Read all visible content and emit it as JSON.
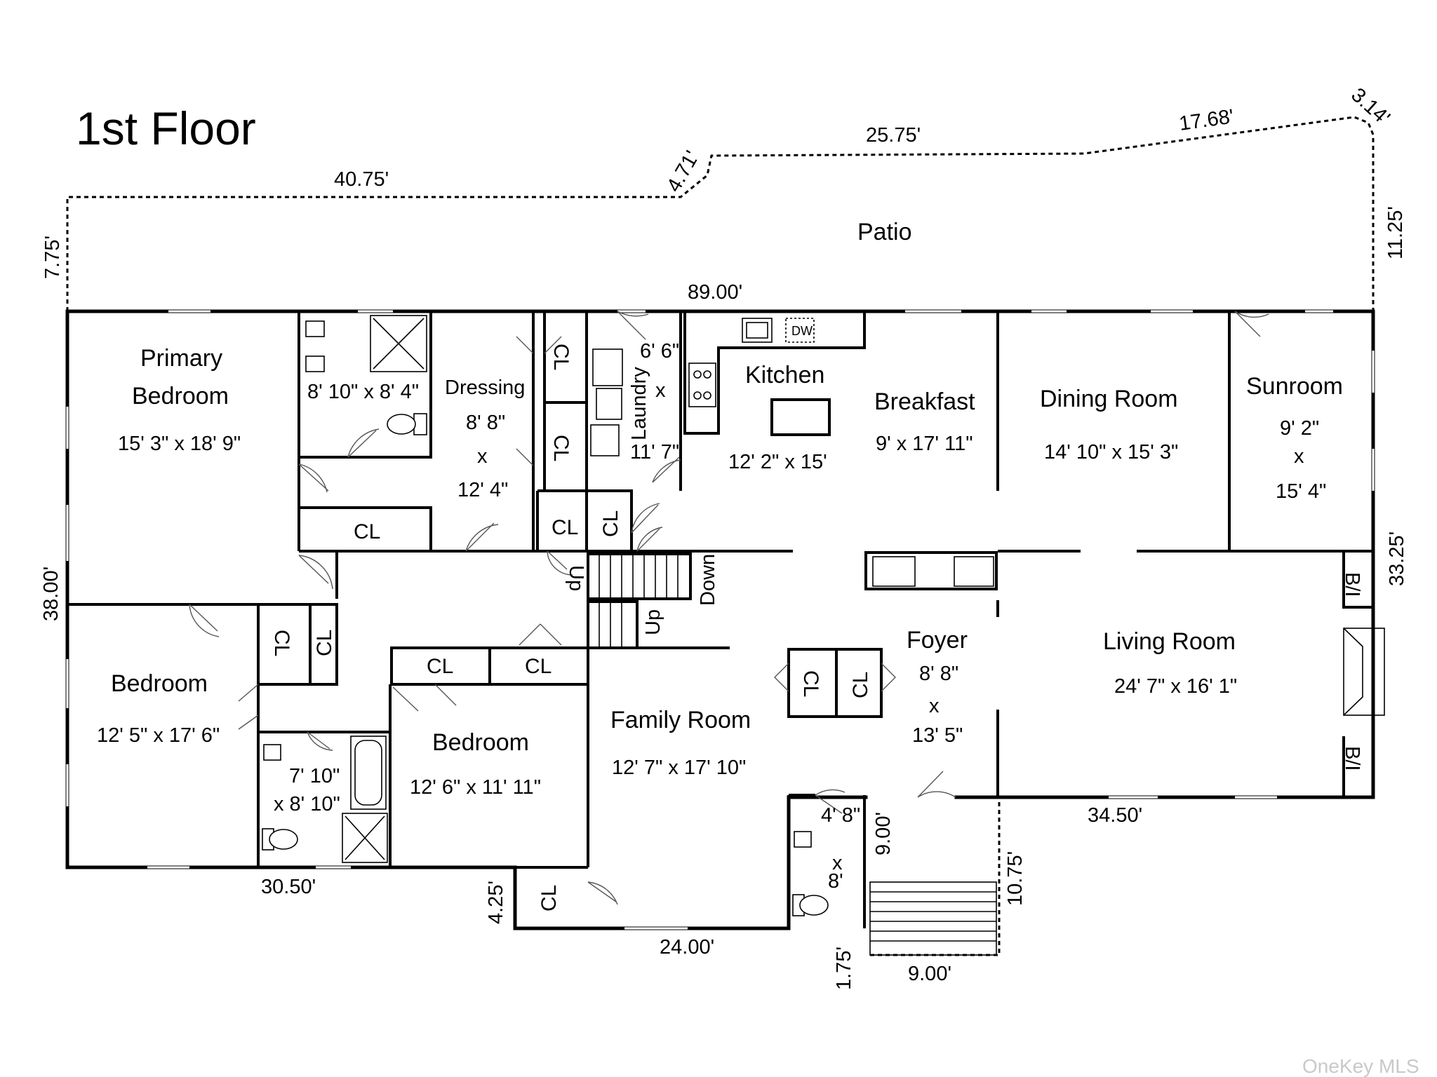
{
  "title": "1st Floor",
  "patio_label": "Patio",
  "watermark": "OneKey MLS",
  "rooms": {
    "primary_bedroom": {
      "name_line1": "Primary",
      "name_line2": "Bedroom",
      "size": "15' 3\" x 18' 9\""
    },
    "primary_bath": {
      "size": "8' 10\" x 8' 4\""
    },
    "dressing": {
      "name": "Dressing",
      "size_line1": "8' 8\"",
      "size_line2": "x",
      "size_line3": "12' 4\""
    },
    "laundry": {
      "name": "Laundry",
      "size_line1": "6' 6\"",
      "size_line2": "x",
      "size_line3": "11' 7\""
    },
    "kitchen": {
      "name": "Kitchen",
      "size": "12' 2\" x 15'"
    },
    "breakfast": {
      "name": "Breakfast",
      "size": "9' x 17' 11\""
    },
    "dining_room": {
      "name": "Dining Room",
      "size": "14' 10\" x 15' 3\""
    },
    "sunroom": {
      "name": "Sunroom",
      "size_line1": "9' 2\"",
      "size_line2": "x",
      "size_line3": "15' 4\""
    },
    "bedroom_left": {
      "name": "Bedroom",
      "size": "12' 5\" x 17' 6\""
    },
    "hall_bath": {
      "size_line1": "7' 10\"",
      "size_line2": "x 8' 10\""
    },
    "bedroom_middle": {
      "name": "Bedroom",
      "size": "12' 6\" x 11' 11\""
    },
    "family_room": {
      "name": "Family Room",
      "size": "12' 7\" x 17' 10\""
    },
    "powder_room": {
      "size_line1": "4' 8\"",
      "size_line2": "x",
      "size_line3": "8'"
    },
    "foyer": {
      "name": "Foyer",
      "size_line1": "8' 8\"",
      "size_line2": "x",
      "size_line3": "13' 5\""
    },
    "living_room": {
      "name": "Living Room",
      "size": "24' 7\" x 16' 1\""
    }
  },
  "labels": {
    "closet": "CL",
    "builtin": "B/I",
    "stairs_up": "Up",
    "stairs_down": "Down",
    "dishwasher": "DW"
  },
  "dimensions": {
    "patio_left_width": "40.75'",
    "patio_angle_a": "4.71'",
    "patio_mid_width": "25.75'",
    "patio_right_width": "17.68'",
    "patio_corner": "3.14'",
    "patio_left_depth": "7.75'",
    "patio_right_depth": "11.25'",
    "house_top_width": "89.00'",
    "house_left_depth": "38.00'",
    "house_right_depth": "33.25'",
    "bottom_left_width": "30.50'",
    "bottom_step": "4.25'",
    "bottom_family_width": "24.00'",
    "entry_depth": "9.00'",
    "entry_stoop_offset": "1.75'",
    "stoop_width": "9.00'",
    "stoop_depth": "10.75'",
    "bottom_right_width": "34.50'"
  }
}
